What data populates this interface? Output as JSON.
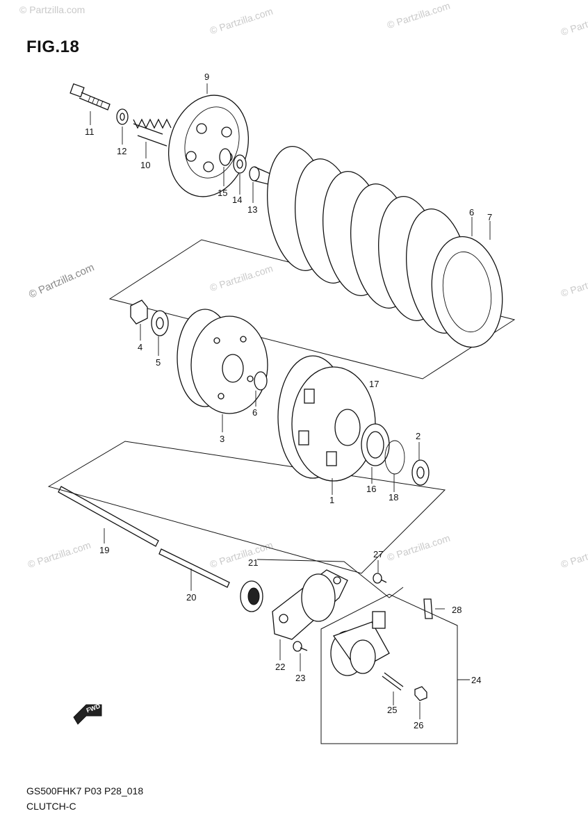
{
  "figure": {
    "title": "FIG.18",
    "code": "GS500FHK7 P03 P28_018",
    "name": "CLUTCH-C"
  },
  "watermarks": [
    "© Partzilla.com",
    "© Partzilla.com",
    "© Partzilla.com",
    "© Partzilla.com",
    "© Partzilla.com",
    "© Partzilla.com",
    "© Partzilla.com",
    "© Partzilla.com",
    "© Partzilla.com",
    "© Partzilla.com",
    "© Partzilla.com"
  ],
  "fwd_label": "FWD",
  "callouts": [
    "1",
    "2",
    "3",
    "4",
    "5",
    "6",
    "6",
    "7",
    "9",
    "10",
    "11",
    "12",
    "13",
    "14",
    "15",
    "16",
    "17",
    "18",
    "19",
    "20",
    "21",
    "22",
    "23",
    "24",
    "25",
    "26",
    "27",
    "28"
  ]
}
